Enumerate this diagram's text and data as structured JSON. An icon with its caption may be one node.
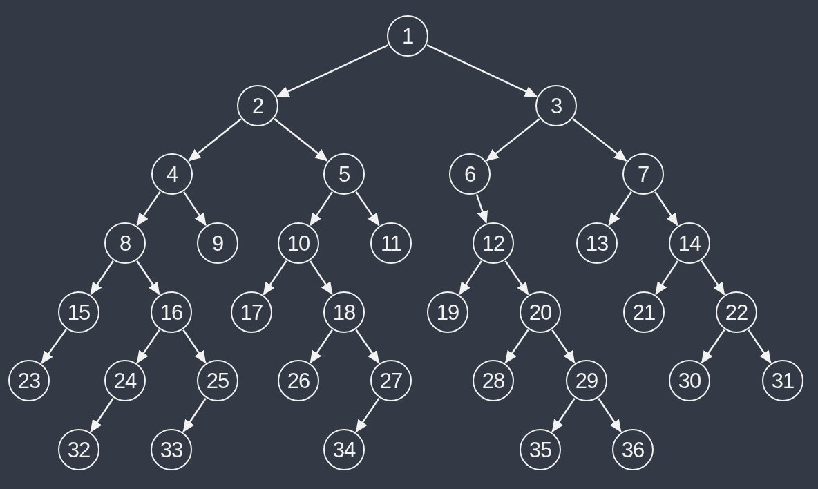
{
  "diagram": {
    "nodes": [
      {
        "text": [
          "1"
        ]
      },
      {
        "text": [
          "2"
        ]
      },
      {
        "text": [
          "3"
        ]
      },
      {
        "text": [
          "4"
        ]
      },
      {
        "text": [
          "5"
        ]
      },
      {
        "text": [
          "6"
        ]
      },
      {
        "text": [
          "7"
        ]
      },
      {
        "text": [
          "8"
        ]
      },
      {
        "text": [
          "9"
        ]
      },
      {
        "text": [
          "10"
        ]
      },
      {
        "text": [
          "11"
        ]
      },
      {
        "text": [
          "12"
        ]
      },
      {
        "text": [
          "13"
        ]
      },
      {
        "text": [
          "14"
        ]
      },
      {
        "text": [
          "15"
        ]
      },
      {
        "text": [
          "16"
        ]
      },
      {
        "text": [
          "17"
        ]
      },
      {
        "text": [
          "18"
        ]
      },
      {
        "text": [
          "19"
        ]
      },
      {
        "text": [
          "20"
        ]
      },
      {
        "text": [
          "21"
        ]
      },
      {
        "text": [
          "22"
        ]
      },
      {
        "text": [
          "23"
        ]
      },
      {
        "text": [
          "24"
        ]
      },
      {
        "text": [
          "25"
        ]
      },
      {
        "text": [
          "26"
        ]
      },
      {
        "text": [
          "27"
        ]
      },
      {
        "text": [
          "28"
        ]
      },
      {
        "text": [
          "29"
        ]
      },
      {
        "text": [
          "30"
        ]
      },
      {
        "text": [
          "31"
        ]
      },
      {
        "text": [
          "32"
        ]
      },
      {
        "text": [
          "33"
        ]
      },
      {
        "text": [
          "34"
        ]
      },
      {
        "text": [
          "35"
        ]
      },
      {
        "text": [
          "36"
        ]
      }
    ],
    "edges": [
      {
        "from": 0,
        "to": 1,
        "arrow": "to"
      },
      {
        "from": 0,
        "to": 2,
        "arrow": "to"
      },
      {
        "from": 1,
        "to": 3,
        "arrow": "to"
      },
      {
        "from": 1,
        "to": 4,
        "arrow": "to"
      },
      {
        "from": 2,
        "to": 5,
        "arrow": "to"
      },
      {
        "from": 2,
        "to": 6,
        "arrow": "to"
      },
      {
        "from": 3,
        "to": 7,
        "arrow": "to"
      },
      {
        "from": 3,
        "to": 8,
        "arrow": "to"
      },
      {
        "from": 4,
        "to": 9,
        "arrow": "to"
      },
      {
        "from": 4,
        "to": 10,
        "arrow": "to"
      },
      {
        "from": 5,
        "to": 11,
        "arrow": "to"
      },
      {
        "from": 6,
        "to": 12,
        "arrow": "to"
      },
      {
        "from": 6,
        "to": 13,
        "arrow": "to"
      },
      {
        "from": 7,
        "to": 14,
        "arrow": "to"
      },
      {
        "from": 7,
        "to": 15,
        "arrow": "to"
      },
      {
        "from": 9,
        "to": 16,
        "arrow": "to"
      },
      {
        "from": 9,
        "to": 17,
        "arrow": "to"
      },
      {
        "from": 11,
        "to": 18,
        "arrow": "to"
      },
      {
        "from": 11,
        "to": 19,
        "arrow": "to"
      },
      {
        "from": 13,
        "to": 20,
        "arrow": "to"
      },
      {
        "from": 13,
        "to": 21,
        "arrow": "to"
      },
      {
        "from": 14,
        "to": 22,
        "arrow": "to"
      },
      {
        "from": 15,
        "to": 23,
        "arrow": "to"
      },
      {
        "from": 15,
        "to": 24,
        "arrow": "to"
      },
      {
        "from": 17,
        "to": 25,
        "arrow": "to"
      },
      {
        "from": 17,
        "to": 26,
        "arrow": "to"
      },
      {
        "from": 19,
        "to": 27,
        "arrow": "to"
      },
      {
        "from": 19,
        "to": 28,
        "arrow": "to"
      },
      {
        "from": 21,
        "to": 29,
        "arrow": "to"
      },
      {
        "from": 21,
        "to": 30,
        "arrow": "to"
      },
      {
        "from": 23,
        "to": 31,
        "arrow": "to"
      },
      {
        "from": 24,
        "to": 32,
        "arrow": "to"
      },
      {
        "from": 26,
        "to": 33,
        "arrow": "to"
      },
      {
        "from": 28,
        "to": 34,
        "arrow": "to"
      },
      {
        "from": 28,
        "to": 35,
        "arrow": "to"
      }
    ]
  }
}
